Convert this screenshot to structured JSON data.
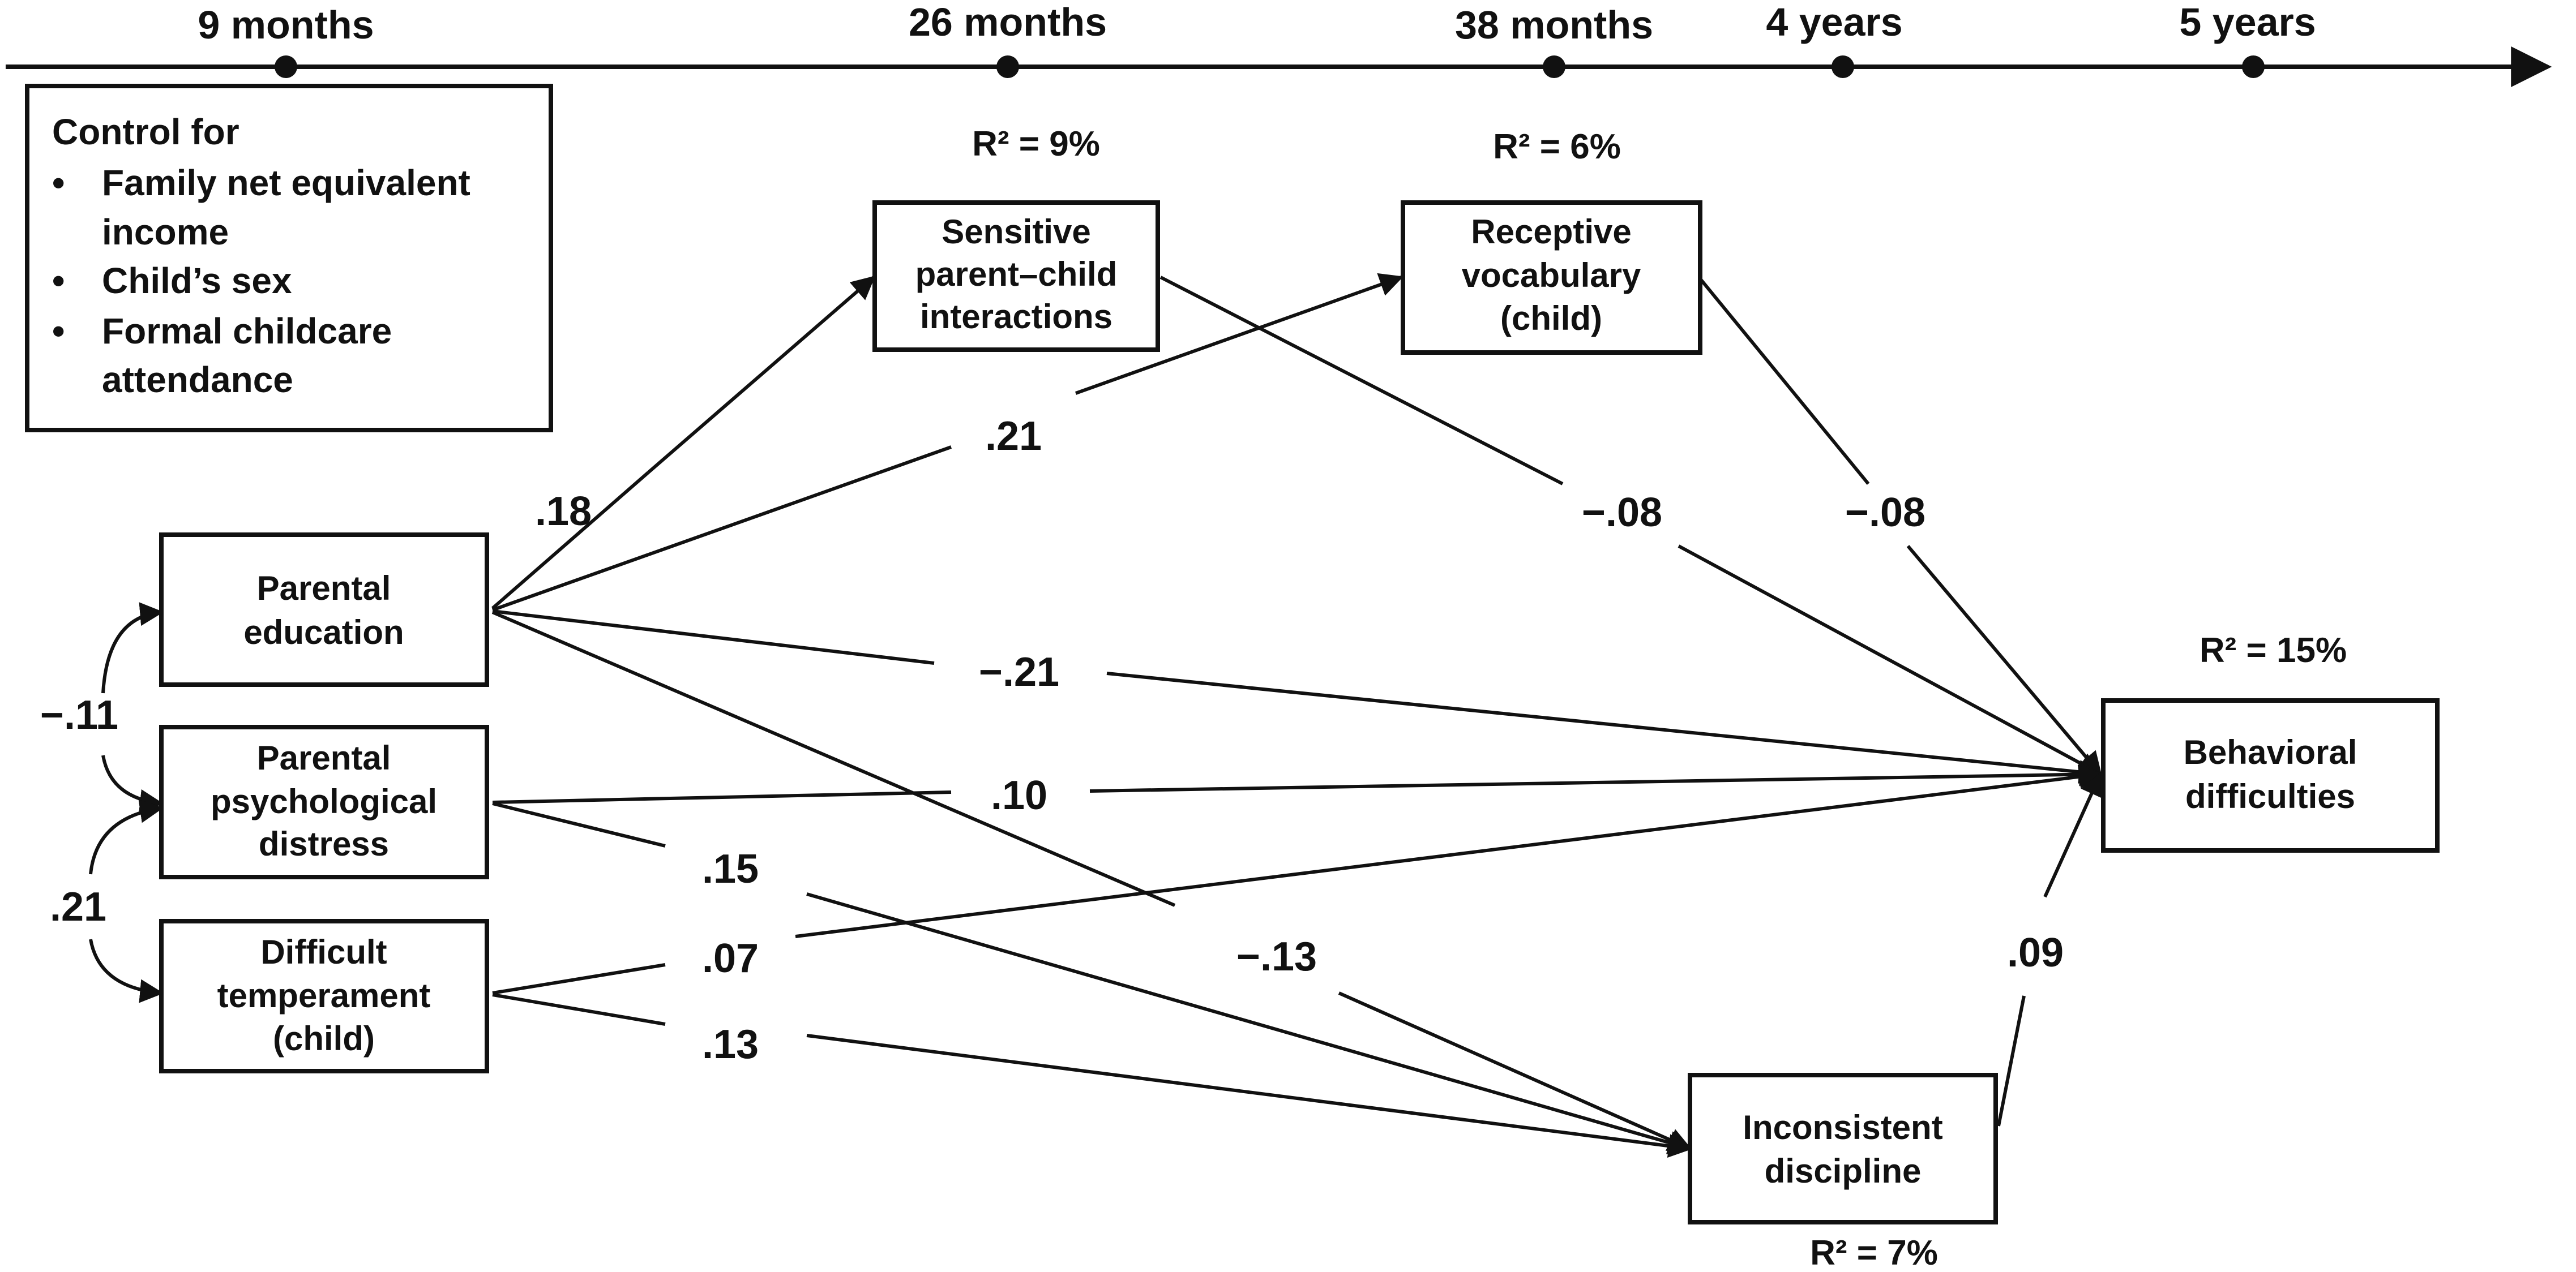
{
  "timeline": {
    "points": [
      {
        "label": "9 months"
      },
      {
        "label": "26 months"
      },
      {
        "label": "38 months"
      },
      {
        "label": "4 years"
      },
      {
        "label": "5 years"
      }
    ]
  },
  "control_box": {
    "title": "Control for",
    "items": [
      [
        "Family net equivalent",
        "income"
      ],
      [
        "Child’s sex"
      ],
      [
        "Formal childcare",
        "attendance"
      ]
    ]
  },
  "nodes": {
    "parental_education": {
      "lines": [
        "Parental",
        "education"
      ]
    },
    "parental_distress": {
      "lines": [
        "Parental",
        "psychological",
        "distress"
      ]
    },
    "difficult_temperament": {
      "lines": [
        "Difficult",
        "temperament",
        "(child)"
      ]
    },
    "sensitive_interactions": {
      "lines": [
        "Sensitive",
        "parent–child",
        "interactions"
      ],
      "r2": "R² = 9%"
    },
    "receptive_vocabulary": {
      "lines": [
        "Receptive",
        "vocabulary",
        "(child)"
      ],
      "r2": "R² = 6%"
    },
    "behavioral_difficulties": {
      "lines": [
        "Behavioral",
        "difficulties"
      ],
      "r2": "R² = 15%"
    },
    "inconsistent_discipline": {
      "lines": [
        "Inconsistent",
        "discipline"
      ],
      "r2": "R² = 7%"
    }
  },
  "paths": [
    {
      "from": "parental_education",
      "to": "sensitive_interactions",
      "coef": ".18"
    },
    {
      "from": "parental_education",
      "to": "receptive_vocabulary",
      "coef": ".21"
    },
    {
      "from": "sensitive_interactions",
      "to": "behavioral_difficulties",
      "coef": "−.08"
    },
    {
      "from": "receptive_vocabulary",
      "to": "behavioral_difficulties",
      "coef": "−.08"
    },
    {
      "from": "parental_education",
      "to": "behavioral_difficulties",
      "coef": "−.21"
    },
    {
      "from": "parental_distress",
      "to": "behavioral_difficulties",
      "coef": ".10"
    },
    {
      "from": "difficult_temperament",
      "to": "behavioral_difficulties",
      "coef": ".07"
    },
    {
      "from": "parental_education",
      "to": "inconsistent_discipline",
      "coef": "−.13"
    },
    {
      "from": "parental_distress",
      "to": "inconsistent_discipline",
      "coef": ".15"
    },
    {
      "from": "difficult_temperament",
      "to": "inconsistent_discipline",
      "coef": ".13"
    },
    {
      "from": "inconsistent_discipline",
      "to": "behavioral_difficulties",
      "coef": ".09"
    }
  ],
  "correlations": [
    {
      "between": [
        "parental_education",
        "parental_distress"
      ],
      "coef": "−.11"
    },
    {
      "between": [
        "parental_distress",
        "difficult_temperament"
      ],
      "coef": ".21"
    }
  ]
}
